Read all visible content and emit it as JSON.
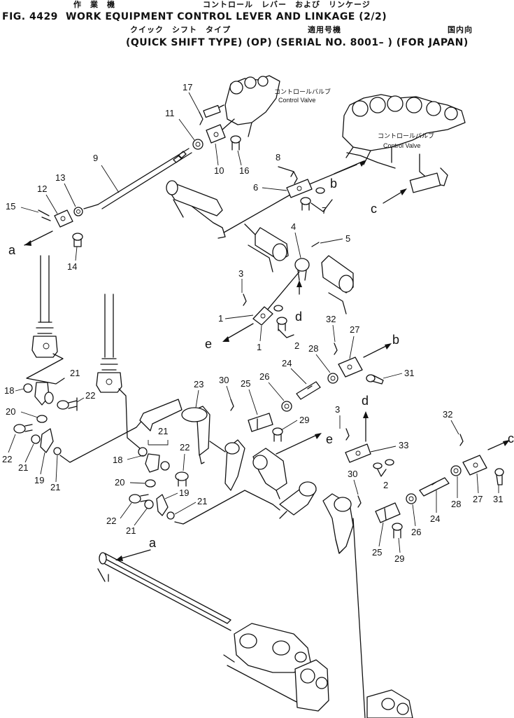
{
  "header": {
    "fig_no": "FIG. 4429",
    "title_en": "WORK EQUIPMENT CONTROL LEVER AND LINKAGE (2/2)",
    "title_jp_a": "作　業　機",
    "title_jp_b": "コントロール　レバー　および　リンケージ",
    "sub_jp_type": "クイック　シフト　タイプ",
    "sub_jp_applic": "適用号機",
    "sub_jp_market": "国内向",
    "subtitle_en": "(QUICK SHIFT TYPE) (OP) (SERIAL NO. 8001– ) (FOR JAPAN)"
  },
  "valve_labels": {
    "valve1_jp": "コントロールバルブ",
    "valve1_en": "Control Valve",
    "valve2_jp": "コントロールバルブ",
    "valve2_en": "Control Valve"
  },
  "callouts": {
    "c17": "17",
    "c11": "11",
    "c10": "10",
    "c16": "16",
    "c9": "9",
    "c8": "8",
    "c6": "6",
    "c7": "7",
    "c13": "13",
    "c12": "12",
    "c15": "15",
    "c14": "14",
    "c4": "4",
    "c5": "5",
    "c3a": "3",
    "c1a": "1",
    "c1b": "1",
    "c2a": "2",
    "c32a": "32",
    "c27a": "27",
    "c28a": "28",
    "c24a": "24",
    "c31a": "31",
    "c26a": "26",
    "c25a": "25",
    "c30a": "30",
    "c23": "23",
    "c29a": "29",
    "c21a": "21",
    "c18a": "18",
    "c22a": "22",
    "c20a": "20",
    "c22b": "22",
    "c21b": "21",
    "c19a": "19",
    "c21c": "21",
    "c21d": "21",
    "c22c": "22",
    "c18b": "18",
    "c20b": "20",
    "c19b": "19",
    "c21e": "21",
    "c22d": "22",
    "c21f": "21",
    "c3b": "3",
    "c33": "33",
    "c2b": "2",
    "c30b": "30",
    "c25b": "25",
    "c29b": "29",
    "c26b": "26",
    "c24b": "24",
    "c28b": "28",
    "c27b": "27",
    "c31b": "31",
    "c32b": "32"
  },
  "letters": {
    "a1": "a",
    "a2": "a",
    "b1": "b",
    "b2": "b",
    "c1": "c",
    "c2": "c",
    "d1": "d",
    "d2": "d",
    "e1": "e",
    "e2": "e"
  }
}
